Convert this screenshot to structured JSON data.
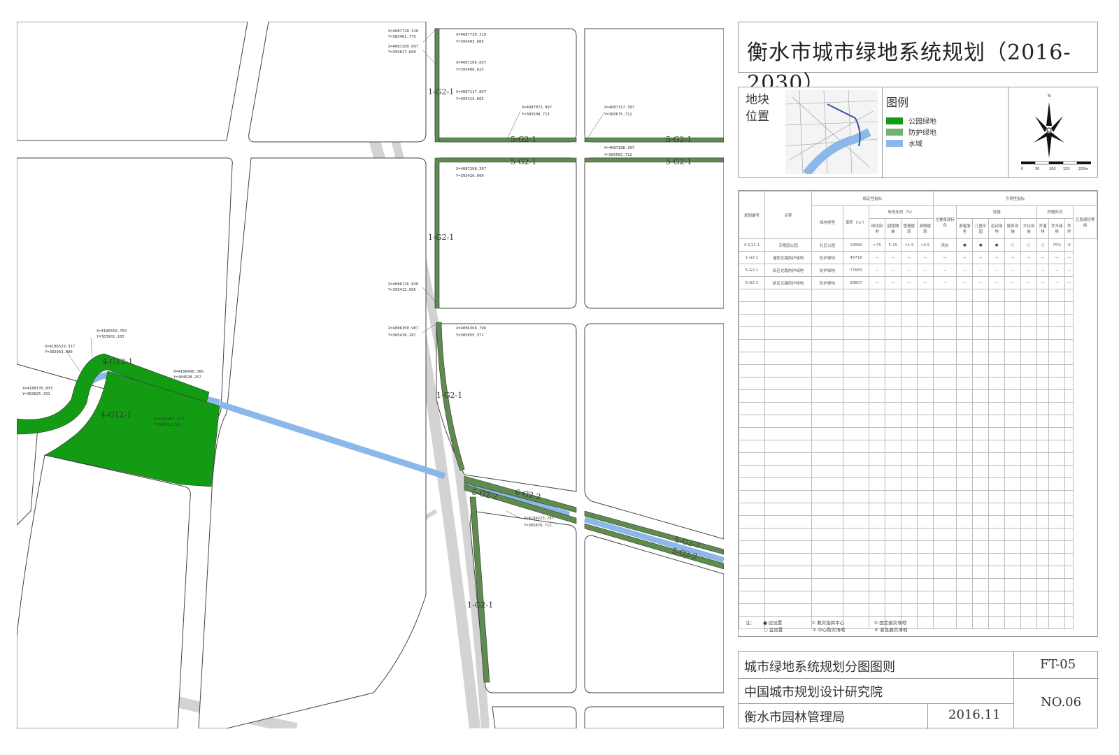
{
  "title": "衡水市城市绿地系统规划（2016-2030）",
  "location_label": "地块位置",
  "legend": {
    "title": "图例",
    "items": [
      {
        "label": "公园绿地",
        "color": "#139c13"
      },
      {
        "label": "防护绿地",
        "color": "#6fb36f"
      },
      {
        "label": "水域",
        "color": "#8ab8e8"
      }
    ]
  },
  "north_arrow": {
    "north": "N",
    "scale_ticks": [
      "0",
      "50",
      "100",
      "150",
      "200m"
    ]
  },
  "colors": {
    "park_green": "#139c13",
    "buffer_green": "#5d8c4e",
    "water": "#8ab8e8",
    "rail": "#d0d0d0"
  },
  "table": {
    "group_headers": {
      "planning": "规定性指标",
      "guidance": "引导性指标"
    },
    "sub_headers": {
      "control": "用地比例（%）",
      "facility": "设施",
      "plant": "种植形式"
    },
    "col_headers": [
      "规划编号",
      "名称",
      "绿地类型",
      "面积（m²）",
      "绿化用地",
      "园路铺装",
      "管理建筑",
      "游憩建筑",
      "主要景观特色",
      "游客服务",
      "儿童乐园",
      "运动场地",
      "服务设施",
      "文化设施",
      "乔灌林",
      "乔木疏林",
      "草坪",
      "应急避险等级"
    ],
    "rows": [
      [
        "4-G12-1",
        "天隆园公园",
        "社区公园",
        "19580",
        ">75",
        "5-15",
        "<1.5",
        "<4.5",
        "滨水",
        "●",
        "●",
        "●",
        "○",
        "○",
        "○",
        "75%",
        "③"
      ],
      [
        "1-G2-1",
        "滏阳北路防护绿地",
        "防护绿地",
        "45718",
        "—",
        "—",
        "—",
        "—",
        "—",
        "—",
        "—",
        "—",
        "—",
        "—",
        "—",
        "—",
        "—"
      ],
      [
        "5-G2-1",
        "新区北路防护绿地",
        "防护绿地",
        "77683",
        "—",
        "—",
        "—",
        "—",
        "—",
        "—",
        "—",
        "—",
        "—",
        "—",
        "—",
        "—",
        "—"
      ],
      [
        "6-G2-2",
        "新区北路防护绿地",
        "防护绿地",
        "28807",
        "—",
        "—",
        "—",
        "—",
        "—",
        "—",
        "—",
        "—",
        "—",
        "—",
        "—",
        "—",
        "—"
      ]
    ]
  },
  "notes": {
    "label": "注：",
    "should": "应设置",
    "may": "宜设置",
    "level1": "① 救灾指挥中心",
    "level2": "② 中心防灾场地",
    "level3": "③ 固定避灾场地",
    "level4": "④ 紧急避灾场地"
  },
  "title_block": {
    "drawing_name": "城市绿地系统规划分图图则",
    "code": "FT-05",
    "institute": "中国城市规划设计研究院",
    "owner": "衡水市园林管理局",
    "date": "2016.11",
    "sheet_no": "NO.06"
  },
  "map": {
    "plot_labels": [
      "1-G2-1",
      "1-G2-1",
      "1-G2-1",
      "1-G2-1",
      "5-G2-1",
      "5-G2-1",
      "5-G2-1",
      "5-G2-1",
      "4-G12-1",
      "4-G12-1",
      "5-G2-2",
      "6-G2-2",
      "5-G2-2",
      "5-G2-2"
    ],
    "coords": [
      "X=4087720.310",
      "Y=385401.775",
      "X=4087200.897",
      "Y=395817.660",
      "X=4087730.310",
      "Y=395403.665",
      "X=4087206.897",
      "Y=395408.625",
      "X=4087117.897",
      "Y=395413.665",
      "X=4087208.397",
      "Y=395420.660",
      "X=4087072.897",
      "Y=385508.713",
      "X=4087317.397",
      "Y=385675.712",
      "X=4087288.397",
      "Y=385562.712",
      "X=4086726.830",
      "Y=395413.665",
      "X=4086350.987",
      "Y=385418.287",
      "X=4086368.796",
      "Y=385655.371",
      "X=4189550.759",
      "Y=383901.183",
      "X=4186529.317",
      "Y=383963.080",
      "X=4188135.833",
      "Y=383825.331",
      "X=4188498.366",
      "Y=384528.257",
      "X=4186457.074",
      "Y=384212.511",
      "X=4189223.787",
      "Y=385876.712"
    ]
  }
}
